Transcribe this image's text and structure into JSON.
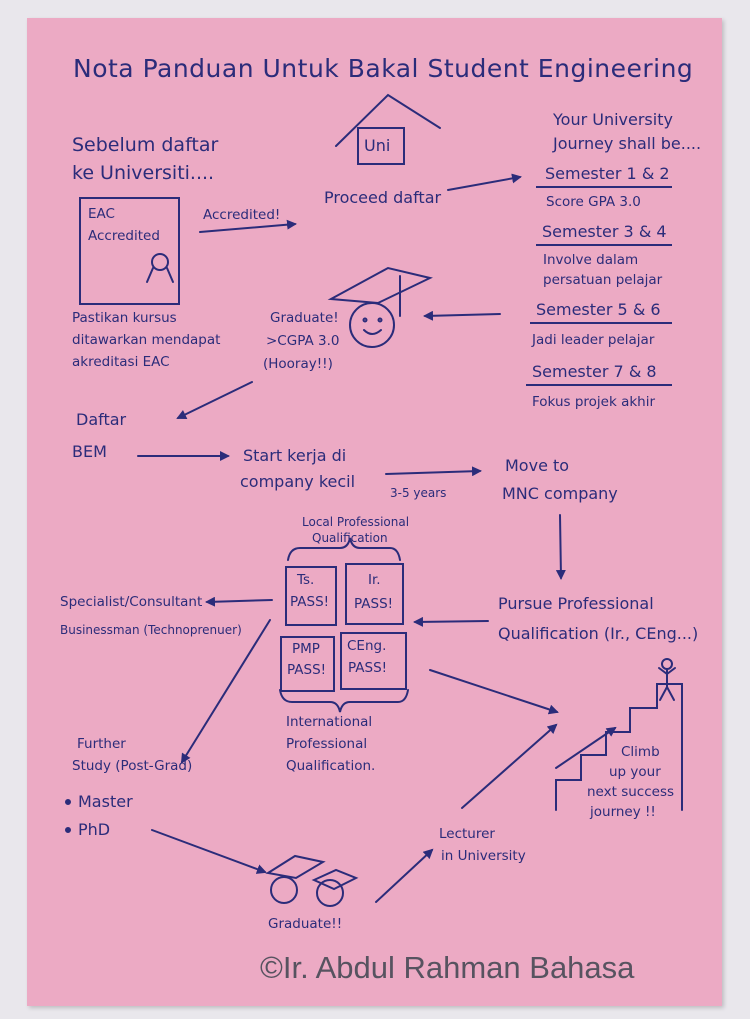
{
  "title": "Nota Panduan Untuk Bakal Student Engineering",
  "before_register": {
    "line1": "Sebelum daftar",
    "line2": "ke Universiti...."
  },
  "eac_box": {
    "line1": "EAC",
    "line2": "Accredited"
  },
  "accredited_arrow_label": "Accredited!",
  "eac_note": {
    "line1": "Pastikan kursus",
    "line2": "ditawarkan mendapat",
    "line3": "akreditasi EAC"
  },
  "uni_house_label": "Uni",
  "proceed_label": "Proceed daftar",
  "journey": {
    "heading_line1": "Your University",
    "heading_line2": "Journey shall be....",
    "stages": [
      {
        "semester": "Semester 1 & 2",
        "note_line1": "Score GPA 3.0",
        "note_line2": ""
      },
      {
        "semester": "Semester 3 & 4",
        "note_line1": "Involve dalam",
        "note_line2": "persatuan pelajar"
      },
      {
        "semester": "Semester 5 & 6",
        "note_line1": "Jadi leader pelajar",
        "note_line2": ""
      },
      {
        "semester": "Semester 7 & 8",
        "note_line1": "Fokus projek akhir",
        "note_line2": ""
      }
    ]
  },
  "graduate": {
    "line1": "Graduate!",
    "line2": ">CGPA 3.0",
    "line3": "(Hooray!!)"
  },
  "daftar_bem": {
    "line1": "Daftar",
    "line2": "BEM"
  },
  "start_work": {
    "line1": "Start kerja di",
    "line2": "company kecil"
  },
  "years_label": "3-5 years",
  "mnc": {
    "line1": "Move to",
    "line2": "MNC company"
  },
  "local_pq": {
    "line1": "Local Professional",
    "line2": "Qualification"
  },
  "qual_boxes": [
    {
      "line1": "Ts.",
      "line2": "PASS!"
    },
    {
      "line1": "Ir.",
      "line2": "PASS!"
    },
    {
      "line1": "PMP",
      "line2": "PASS!"
    },
    {
      "line1": "CEng.",
      "line2": "PASS!"
    }
  ],
  "intl_pq": {
    "line1": "International",
    "line2": "Professional",
    "line3": "Qualification."
  },
  "pursue": {
    "line1": "Pursue Professional",
    "line2": "Qualification (Ir., CEng...)"
  },
  "specialist": {
    "line1": "Specialist/Consultant",
    "line2": "Businessman (Technoprenuer)"
  },
  "further_study": {
    "line1": "Further",
    "line2": "Study (Post-Grad)",
    "items": [
      "Master",
      "PhD"
    ]
  },
  "graduate_final": "Graduate!!",
  "lecturer": {
    "line1": "Lecturer",
    "line2": "in University"
  },
  "climb": {
    "line1": "Climb",
    "line2": "up your",
    "line3": "next success",
    "line4": "journey !!"
  },
  "copyright": "©Ir. Abdul Rahman Bahasa",
  "colors": {
    "paper": "#ecaac4",
    "ink": "#2b2c7a",
    "background": "#e9e7ec",
    "watermark": "#575360"
  }
}
